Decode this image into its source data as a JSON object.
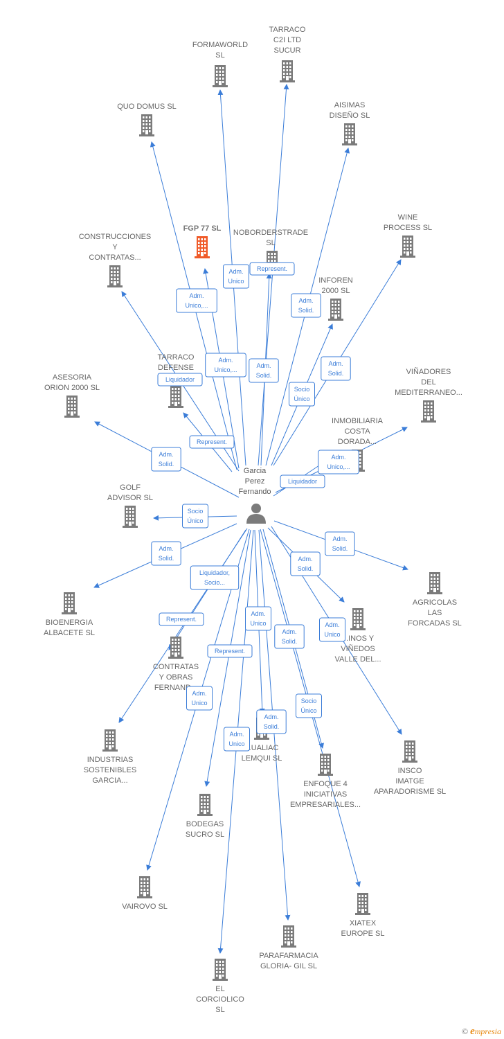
{
  "center": {
    "name_lines": [
      "Garcia",
      "Perez",
      "Fernando"
    ],
    "icon": "person-icon"
  },
  "colors": {
    "edge": "#3b7dd8",
    "building": "#7b7b7b",
    "highlight": "#f05a28"
  },
  "companies": [
    {
      "id": "formaworld",
      "lines": [
        "FORMAWORLD",
        "SL"
      ]
    },
    {
      "id": "tarraco-c2i",
      "lines": [
        "TARRACO",
        "C2I LTD",
        "SUCUR"
      ]
    },
    {
      "id": "quo-domus",
      "lines": [
        "QUO DOMUS  SL"
      ]
    },
    {
      "id": "aisimas",
      "lines": [
        "AISIMAS",
        "DISEÑO  SL"
      ]
    },
    {
      "id": "fgp77",
      "lines": [
        "FGP 77  SL"
      ],
      "highlight": true
    },
    {
      "id": "noborderstrade",
      "lines": [
        "NOBORDERSTRADE",
        "SL"
      ]
    },
    {
      "id": "construcciones",
      "lines": [
        "CONSTRUCCIONES",
        "Y",
        "CONTRATAS..."
      ]
    },
    {
      "id": "wine-process",
      "lines": [
        "WINE",
        "PROCESS SL"
      ]
    },
    {
      "id": "inforen",
      "lines": [
        "INFOREN",
        "2000 SL"
      ]
    },
    {
      "id": "tarraco-defense",
      "lines": [
        "TARRACO",
        "DEFENSE",
        "TEC..."
      ]
    },
    {
      "id": "asesoria",
      "lines": [
        "ASESORIA",
        "ORION 2000  SL"
      ]
    },
    {
      "id": "vinadores",
      "lines": [
        "VIÑADORES",
        "DEL",
        "MEDITERRANEO..."
      ]
    },
    {
      "id": "inmobiliaria",
      "lines": [
        "INMOBILIARIA",
        "COSTA",
        "DORADA..."
      ]
    },
    {
      "id": "golf",
      "lines": [
        "GOLF",
        "ADVISOR  SL"
      ]
    },
    {
      "id": "agricolas",
      "lines": [
        "AGRICOLAS",
        "LAS",
        "FORCADAS  SL"
      ]
    },
    {
      "id": "bioenergia",
      "lines": [
        "BIOENERGIA",
        "ALBACETE  SL"
      ]
    },
    {
      "id": "vinos",
      "lines": [
        "...INOS Y",
        "VIÑEDOS",
        "VALLE DEL..."
      ]
    },
    {
      "id": "contratas",
      "lines": [
        "CONTRATAS",
        "Y OBRAS",
        "FERNAND..."
      ]
    },
    {
      "id": "industrias",
      "lines": [
        "INDUSTRIAS",
        "SOSTENIBLES",
        "GARCIA..."
      ]
    },
    {
      "id": "qualiac",
      "lines": [
        "...UALIAC",
        "LEMQUI SL"
      ]
    },
    {
      "id": "insco",
      "lines": [
        "INSCO",
        "IMATGE",
        "APARADORISME SL"
      ]
    },
    {
      "id": "enfoque",
      "lines": [
        "ENFOQUE 4",
        "INICIATIVAS",
        "EMPRESARIALES..."
      ]
    },
    {
      "id": "bodegas",
      "lines": [
        "BODEGAS",
        "SUCRO  SL"
      ]
    },
    {
      "id": "vairovo",
      "lines": [
        "VAIROVO SL"
      ]
    },
    {
      "id": "xiatex",
      "lines": [
        "XIATEX",
        "EUROPE  SL"
      ]
    },
    {
      "id": "parafarmacia",
      "lines": [
        "PARAFARMACIA",
        "GLORIA- GIL  SL"
      ]
    },
    {
      "id": "corciolico",
      "lines": [
        "EL",
        "CORCIOLICO",
        "SL"
      ]
    }
  ],
  "roles": [
    {
      "target": "formaworld",
      "lines": [
        "Adm.",
        "Unico"
      ]
    },
    {
      "target": "tarraco-c2i",
      "lines": [
        "Represent."
      ]
    },
    {
      "target": "quo-domus",
      "lines": [
        "Adm.",
        "Unico,..."
      ]
    },
    {
      "target": "aisimas",
      "lines": [
        "Adm.",
        "Solid."
      ]
    },
    {
      "target": "fgp77",
      "lines": [
        "Adm.",
        "Unico,..."
      ]
    },
    {
      "target": "noborderstrade",
      "lines": [
        "Adm.",
        "Solid."
      ]
    },
    {
      "target": "construcciones",
      "lines": [
        "Liquidador"
      ]
    },
    {
      "target": "wine-process",
      "lines": [
        "Adm.",
        "Solid."
      ]
    },
    {
      "target": "inforen",
      "lines": [
        "Socio",
        "Único"
      ]
    },
    {
      "target": "tarraco-defense",
      "lines": [
        "Represent."
      ]
    },
    {
      "target": "asesoria",
      "lines": [
        "Adm.",
        "Solid."
      ]
    },
    {
      "target": "vinadores",
      "lines": [
        "Adm.",
        "Unico,..."
      ]
    },
    {
      "target": "inmobiliaria",
      "lines": [
        "Liquidador"
      ]
    },
    {
      "target": "golf",
      "lines": [
        "Socio",
        "Único"
      ]
    },
    {
      "target": "agricolas",
      "lines": [
        "Adm.",
        "Solid."
      ]
    },
    {
      "target": "bioenergia",
      "lines": [
        "Adm.",
        "Solid."
      ]
    },
    {
      "target": "vinos",
      "lines": [
        "Adm.",
        "Solid."
      ]
    },
    {
      "target": "contratas",
      "lines": [
        "Liquidador,",
        "Socio..."
      ]
    },
    {
      "target": "industrias",
      "lines": [
        "Represent."
      ]
    },
    {
      "target": "qualiac",
      "lines": [
        "Adm.",
        "Unico"
      ]
    },
    {
      "target": "insco",
      "lines": [
        "Adm.",
        "Unico"
      ]
    },
    {
      "target": "enfoque",
      "lines": [
        "Adm.",
        "Solid."
      ]
    },
    {
      "target": "bodegas",
      "lines": [
        "Represent."
      ]
    },
    {
      "target": "vairovo",
      "lines": [
        "Adm.",
        "Unico"
      ]
    },
    {
      "target": "xiatex",
      "lines": [
        "Socio",
        "Único"
      ]
    },
    {
      "target": "parafarmacia",
      "lines": [
        "Adm.",
        "Solid."
      ]
    },
    {
      "target": "corciolico",
      "lines": [
        "Adm.",
        "Unico"
      ]
    }
  ],
  "footer": {
    "copyright": "©",
    "brand_initial": "e",
    "brand_rest": "mpresia"
  }
}
